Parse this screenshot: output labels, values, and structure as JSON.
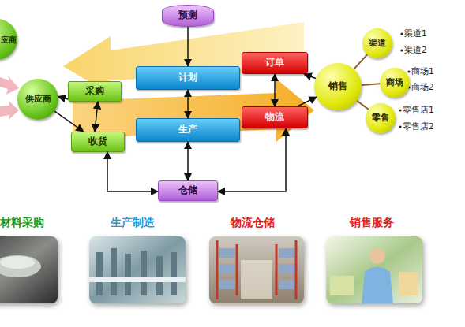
{
  "diagram": {
    "nodes": [
      {
        "text": [
          "应商"
        ]
      },
      {
        "text": [
          "预测"
        ]
      },
      {
        "text": [
          "供应商"
        ]
      },
      {
        "text": [
          "采购"
        ]
      },
      {
        "text": [
          "计划"
        ]
      },
      {
        "text": [
          "订单"
        ]
      },
      {
        "text": [
          "销售"
        ]
      },
      {
        "text": [
          "渠道"
        ]
      },
      {
        "text": [
          "商场"
        ]
      },
      {
        "text": [
          "零售"
        ]
      },
      {
        "text": [
          "收货"
        ]
      },
      {
        "text": [
          "生产"
        ]
      },
      {
        "text": [
          "物流"
        ]
      },
      {
        "text": [
          "仓储"
        ]
      }
    ],
    "edges": [
      {
        "from": 3,
        "to": 2,
        "arrow": "to"
      },
      {
        "from": 2,
        "to": 10,
        "arrow": "to"
      },
      {
        "from": 3,
        "to": 10,
        "arrow": "both"
      },
      {
        "from": 1,
        "to": 4,
        "arrow": "to"
      },
      {
        "from": 4,
        "to": 11,
        "arrow": "both"
      },
      {
        "from": 5,
        "to": 12,
        "arrow": "both"
      },
      {
        "from": 6,
        "to": 5,
        "arrow": "to"
      },
      {
        "from": 12,
        "to": 6,
        "arrow": "to"
      },
      {
        "from": 11,
        "to": 13,
        "arrow": "both"
      },
      {
        "from": 10,
        "to": 13,
        "arrow": "both"
      },
      {
        "from": 13,
        "to": 12,
        "arrow": "both"
      },
      {
        "from": 6,
        "to": 7,
        "arrow": "none"
      },
      {
        "from": 6,
        "to": 8,
        "arrow": "none"
      },
      {
        "from": 6,
        "to": 9,
        "arrow": "none"
      }
    ],
    "labels": [
      "渠道1",
      "渠道2",
      "商场1",
      "商场2",
      "零售店1",
      "零售店2",
      "材料采购",
      "生产制造",
      "物流仓储",
      "销售服务"
    ]
  }
}
